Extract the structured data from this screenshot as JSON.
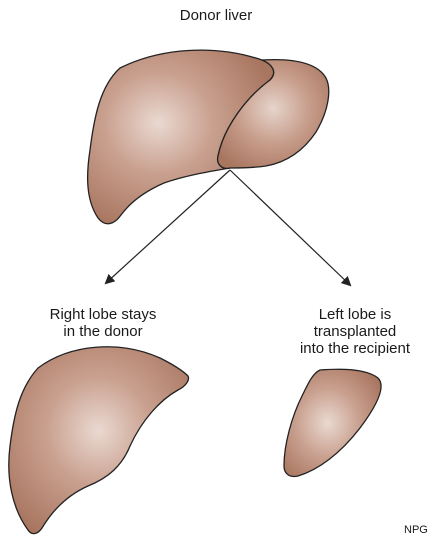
{
  "title": "Donor liver",
  "right_lobe": {
    "line1": "Right lobe stays",
    "line2": "in the donor"
  },
  "left_lobe": {
    "line1": "Left lobe is",
    "line2": "transplanted",
    "line3": "into the recipient"
  },
  "credit": "NPG",
  "colors": {
    "liver_fill": "#b98a75",
    "liver_highlight": "#e2cfc6",
    "outline": "#222222",
    "arrow": "#222222"
  }
}
